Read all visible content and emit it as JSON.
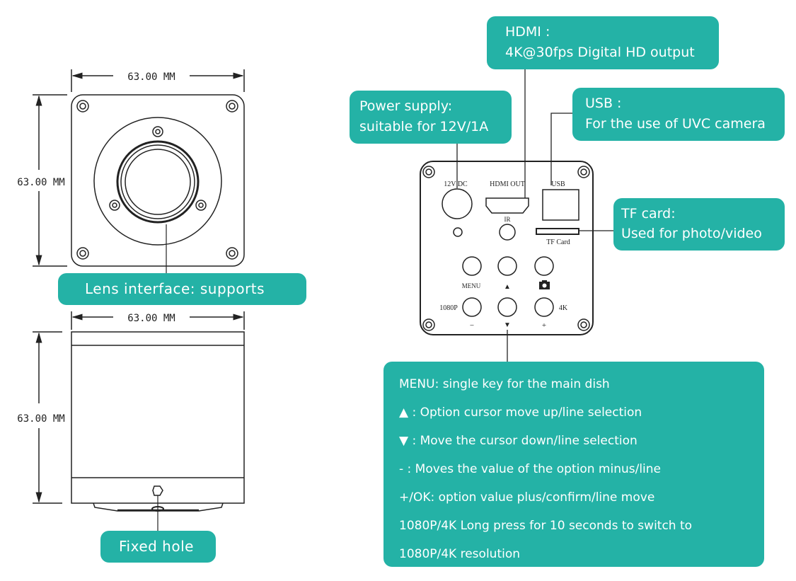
{
  "colors": {
    "callout_bg": "#24b2a6",
    "callout_text": "#ffffff",
    "line": "#222222"
  },
  "front_view": {
    "width_dimension": "63.00 MM",
    "height_dimension": "63.00 MM"
  },
  "side_view": {
    "width_dimension": "63.00 MM",
    "height_dimension": "63.00 MM"
  },
  "rear_panel": {
    "labels": {
      "dc": "12V DC",
      "hdmi": "HDMI OUT",
      "usb": "USB",
      "ir": "IR",
      "tf": "TF Card",
      "menu": "MENU",
      "up": "▲",
      "res_1080": "1080P",
      "res_4k": "4K",
      "minus": "−",
      "down": "▼",
      "plus": "+"
    },
    "icons": [
      "camera-icon"
    ]
  },
  "callouts": {
    "hdmi": {
      "line1": "HDMI :",
      "line2": "4K@30fps Digital HD output"
    },
    "power": {
      "line1": "Power supply:",
      "line2": "suitable for 12V/1A"
    },
    "usb": {
      "line1": "USB :",
      "line2": "For the use of UVC camera"
    },
    "tf": {
      "line1": "TF card:",
      "line2": "Used for photo/video"
    },
    "lens": {
      "text": "Lens interface: supports"
    },
    "fixed": {
      "text": "Fixed hole"
    },
    "menu": {
      "lines": [
        "MENU: single key for the main dish",
        "▲ : Option cursor move up/line selection",
        "▼ : Move the cursor down/line selection",
        "- : Moves the value of the option minus/line",
        "+/OK: option value plus/confirm/line move",
        "1080P/4K Long press for 10 seconds to switch to",
        "1080P/4K resolution"
      ]
    }
  }
}
